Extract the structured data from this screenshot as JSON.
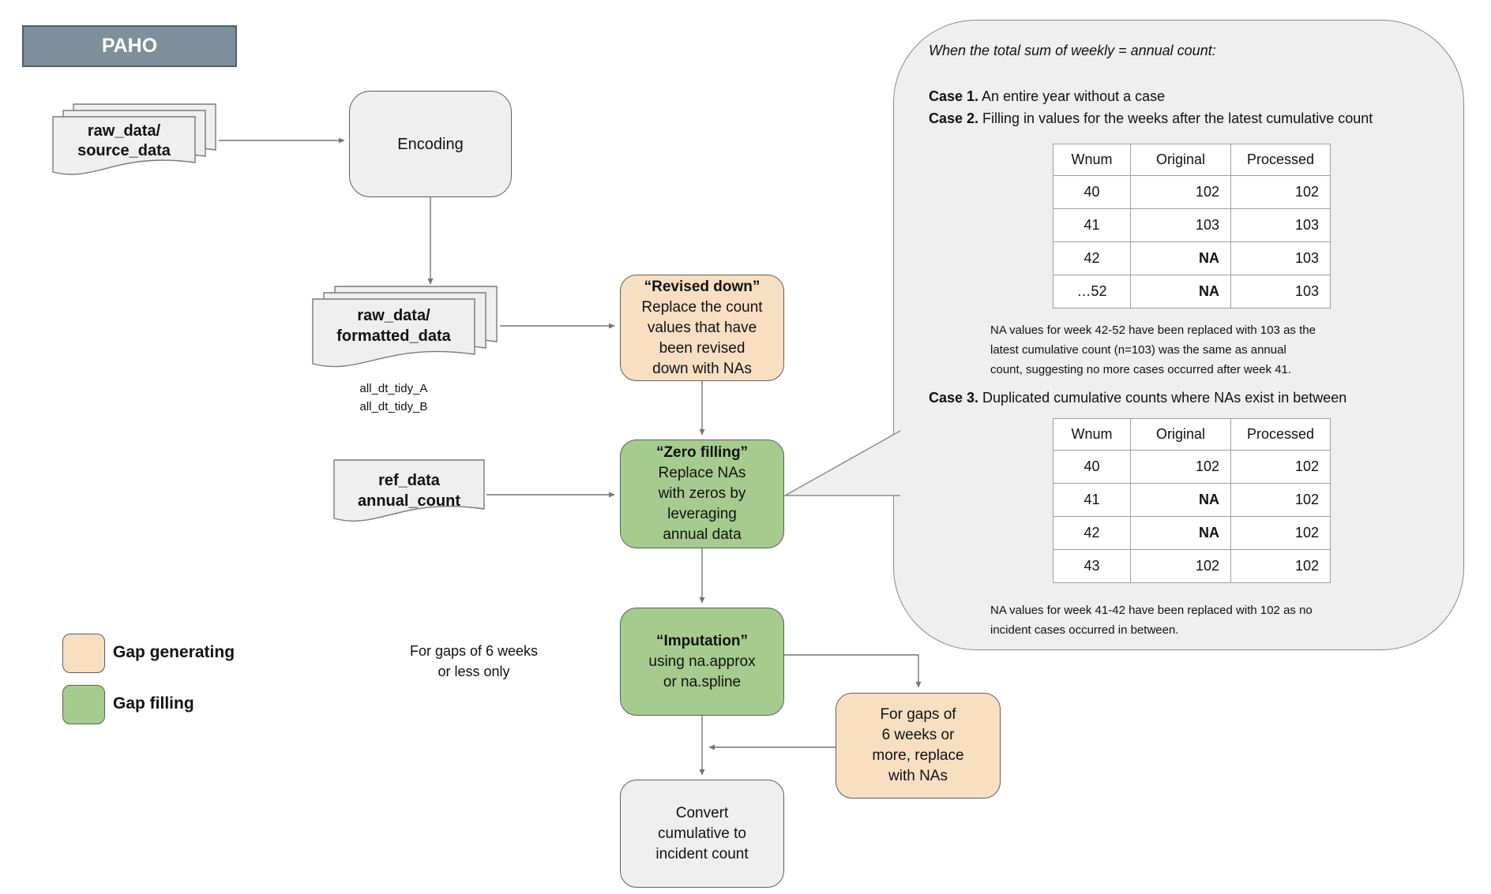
{
  "header": {
    "title": "PAHO"
  },
  "nodes": {
    "source_data": {
      "label_lines": [
        "raw_data/",
        "source_data"
      ]
    },
    "encoding": {
      "label": "Encoding"
    },
    "formatted_data": {
      "label_lines": [
        "raw_data/",
        "formatted_data"
      ],
      "sublabel_lines": [
        "all_dt_tidy_A",
        "all_dt_tidy_B"
      ]
    },
    "revised_down": {
      "title": "“Revised down”",
      "body_lines": [
        "Replace the count",
        "values that have",
        "been revised",
        "down with NAs"
      ]
    },
    "ref_data": {
      "label_lines": [
        "ref_data",
        "annual_count"
      ]
    },
    "zero_filling": {
      "title": "“Zero filling”",
      "body_lines": [
        "Replace NAs",
        "with zeros by",
        "leveraging",
        "annual data"
      ]
    },
    "imputation": {
      "title": "“Imputation”",
      "body_lines": [
        "using na.approx",
        "or na.spline"
      ]
    },
    "gaps_less_note": {
      "lines": [
        "For gaps of 6 weeks",
        "or less only"
      ]
    },
    "gaps_more": {
      "lines": [
        "For gaps of",
        "6 weeks or",
        "more, replace",
        "with NAs"
      ]
    },
    "convert": {
      "lines": [
        "Convert",
        "cumulative to",
        "incident count"
      ]
    }
  },
  "legend": {
    "items": [
      {
        "label": "Gap generating"
      },
      {
        "label": "Gap filling"
      }
    ]
  },
  "callout": {
    "heading": "When the total sum of weekly = annual count:",
    "cases": [
      {
        "label": "Case 1.",
        "text": " An entire year without a case"
      },
      {
        "label": "Case 2.",
        "text": " Filling in values for the weeks after the latest cumulative count"
      },
      {
        "label": "Case 3.",
        "text": " Duplicated cumulative counts where NAs exist in between"
      }
    ],
    "table1": {
      "headers": [
        "Wnum",
        "Original",
        "Processed"
      ],
      "rows": [
        [
          "40",
          "102",
          "102"
        ],
        [
          "41",
          "103",
          "103"
        ],
        [
          "42",
          "NA",
          "103"
        ],
        [
          "…52",
          "NA",
          "103"
        ]
      ]
    },
    "note1_lines": [
      "NA values for week 42-52 have been replaced with 103 as the",
      "latest cumulative count (n=103) was the same as annual",
      "count, suggesting no more cases occurred after week 41."
    ],
    "table2": {
      "headers": [
        "Wnum",
        "Original",
        "Processed"
      ],
      "rows": [
        [
          "40",
          "102",
          "102"
        ],
        [
          "41",
          "NA",
          "102"
        ],
        [
          "42",
          "NA",
          "102"
        ],
        [
          "43",
          "102",
          "102"
        ]
      ]
    },
    "note2_lines": [
      "NA values for week 41-42 have been replaced with 102 as no",
      "incident cases occurred in between."
    ]
  },
  "colors": {
    "slate_header": "#7D8F9B",
    "header_border": "#535E66",
    "panel_gray": "#EFEFEF",
    "gap_generating_orange": "#F9DFC2",
    "gap_filling_green": "#A5CC8E",
    "border_dark": "#5E5E5E",
    "arrow_gray": "#757575",
    "doc_border": "#7A7A7A",
    "callout_border": "#8A8A8A",
    "table_border": "#9E9E9E"
  }
}
